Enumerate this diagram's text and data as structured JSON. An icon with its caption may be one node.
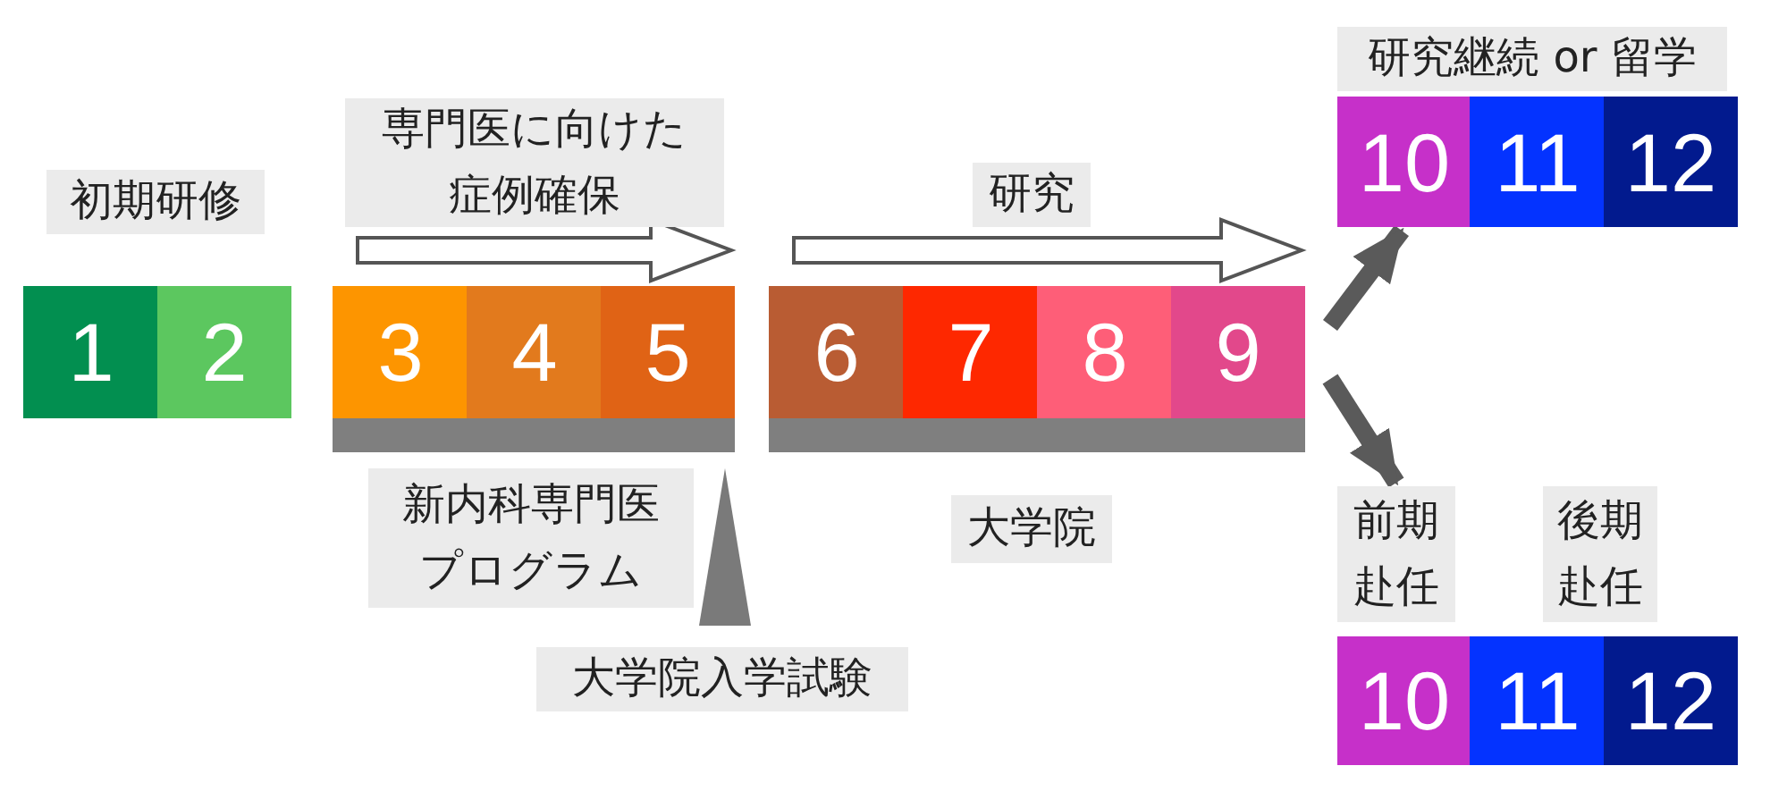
{
  "diagram": {
    "nodes": [
      {
        "text": [
          "研究継続 or 留学"
        ]
      },
      {
        "text": [
          "10"
        ]
      },
      {
        "text": [
          "11"
        ]
      },
      {
        "text": [
          "12"
        ]
      },
      {
        "text": [
          "専門医に向けた症例確保"
        ]
      },
      {
        "text": [
          "初期研修"
        ]
      },
      {
        "text": [
          "研究"
        ]
      },
      {
        "text": [
          "1"
        ]
      },
      {
        "text": [
          "2"
        ]
      },
      {
        "text": [
          "3"
        ]
      },
      {
        "text": [
          "4"
        ]
      },
      {
        "text": [
          "5"
        ]
      },
      {
        "text": [
          "6"
        ]
      },
      {
        "text": [
          "7"
        ]
      },
      {
        "text": [
          "8"
        ]
      },
      {
        "text": [
          "9"
        ]
      },
      {
        "text": [],
        "shape": "bar"
      },
      {
        "text": [],
        "shape": "bar"
      },
      {
        "text": [
          "新内科専門医プログラム"
        ]
      },
      {
        "text": [
          "大学院"
        ]
      },
      {
        "text": [
          "前期赴任"
        ]
      },
      {
        "text": [
          "後期赴任"
        ]
      },
      {
        "text": [
          "大学院入学試験"
        ]
      },
      {
        "text": [
          "10"
        ]
      },
      {
        "text": [
          "11"
        ]
      },
      {
        "text": [
          "12"
        ]
      },
      {
        "text": [],
        "shape": "triangle"
      }
    ],
    "edges": [
      {
        "from": 9,
        "to": 11,
        "arrow": "to"
      },
      {
        "from": 12,
        "to": 15,
        "arrow": "to"
      },
      {
        "from": 15,
        "to": 1,
        "arrow": "to"
      },
      {
        "from": 15,
        "to": 20,
        "arrow": "to"
      }
    ]
  }
}
